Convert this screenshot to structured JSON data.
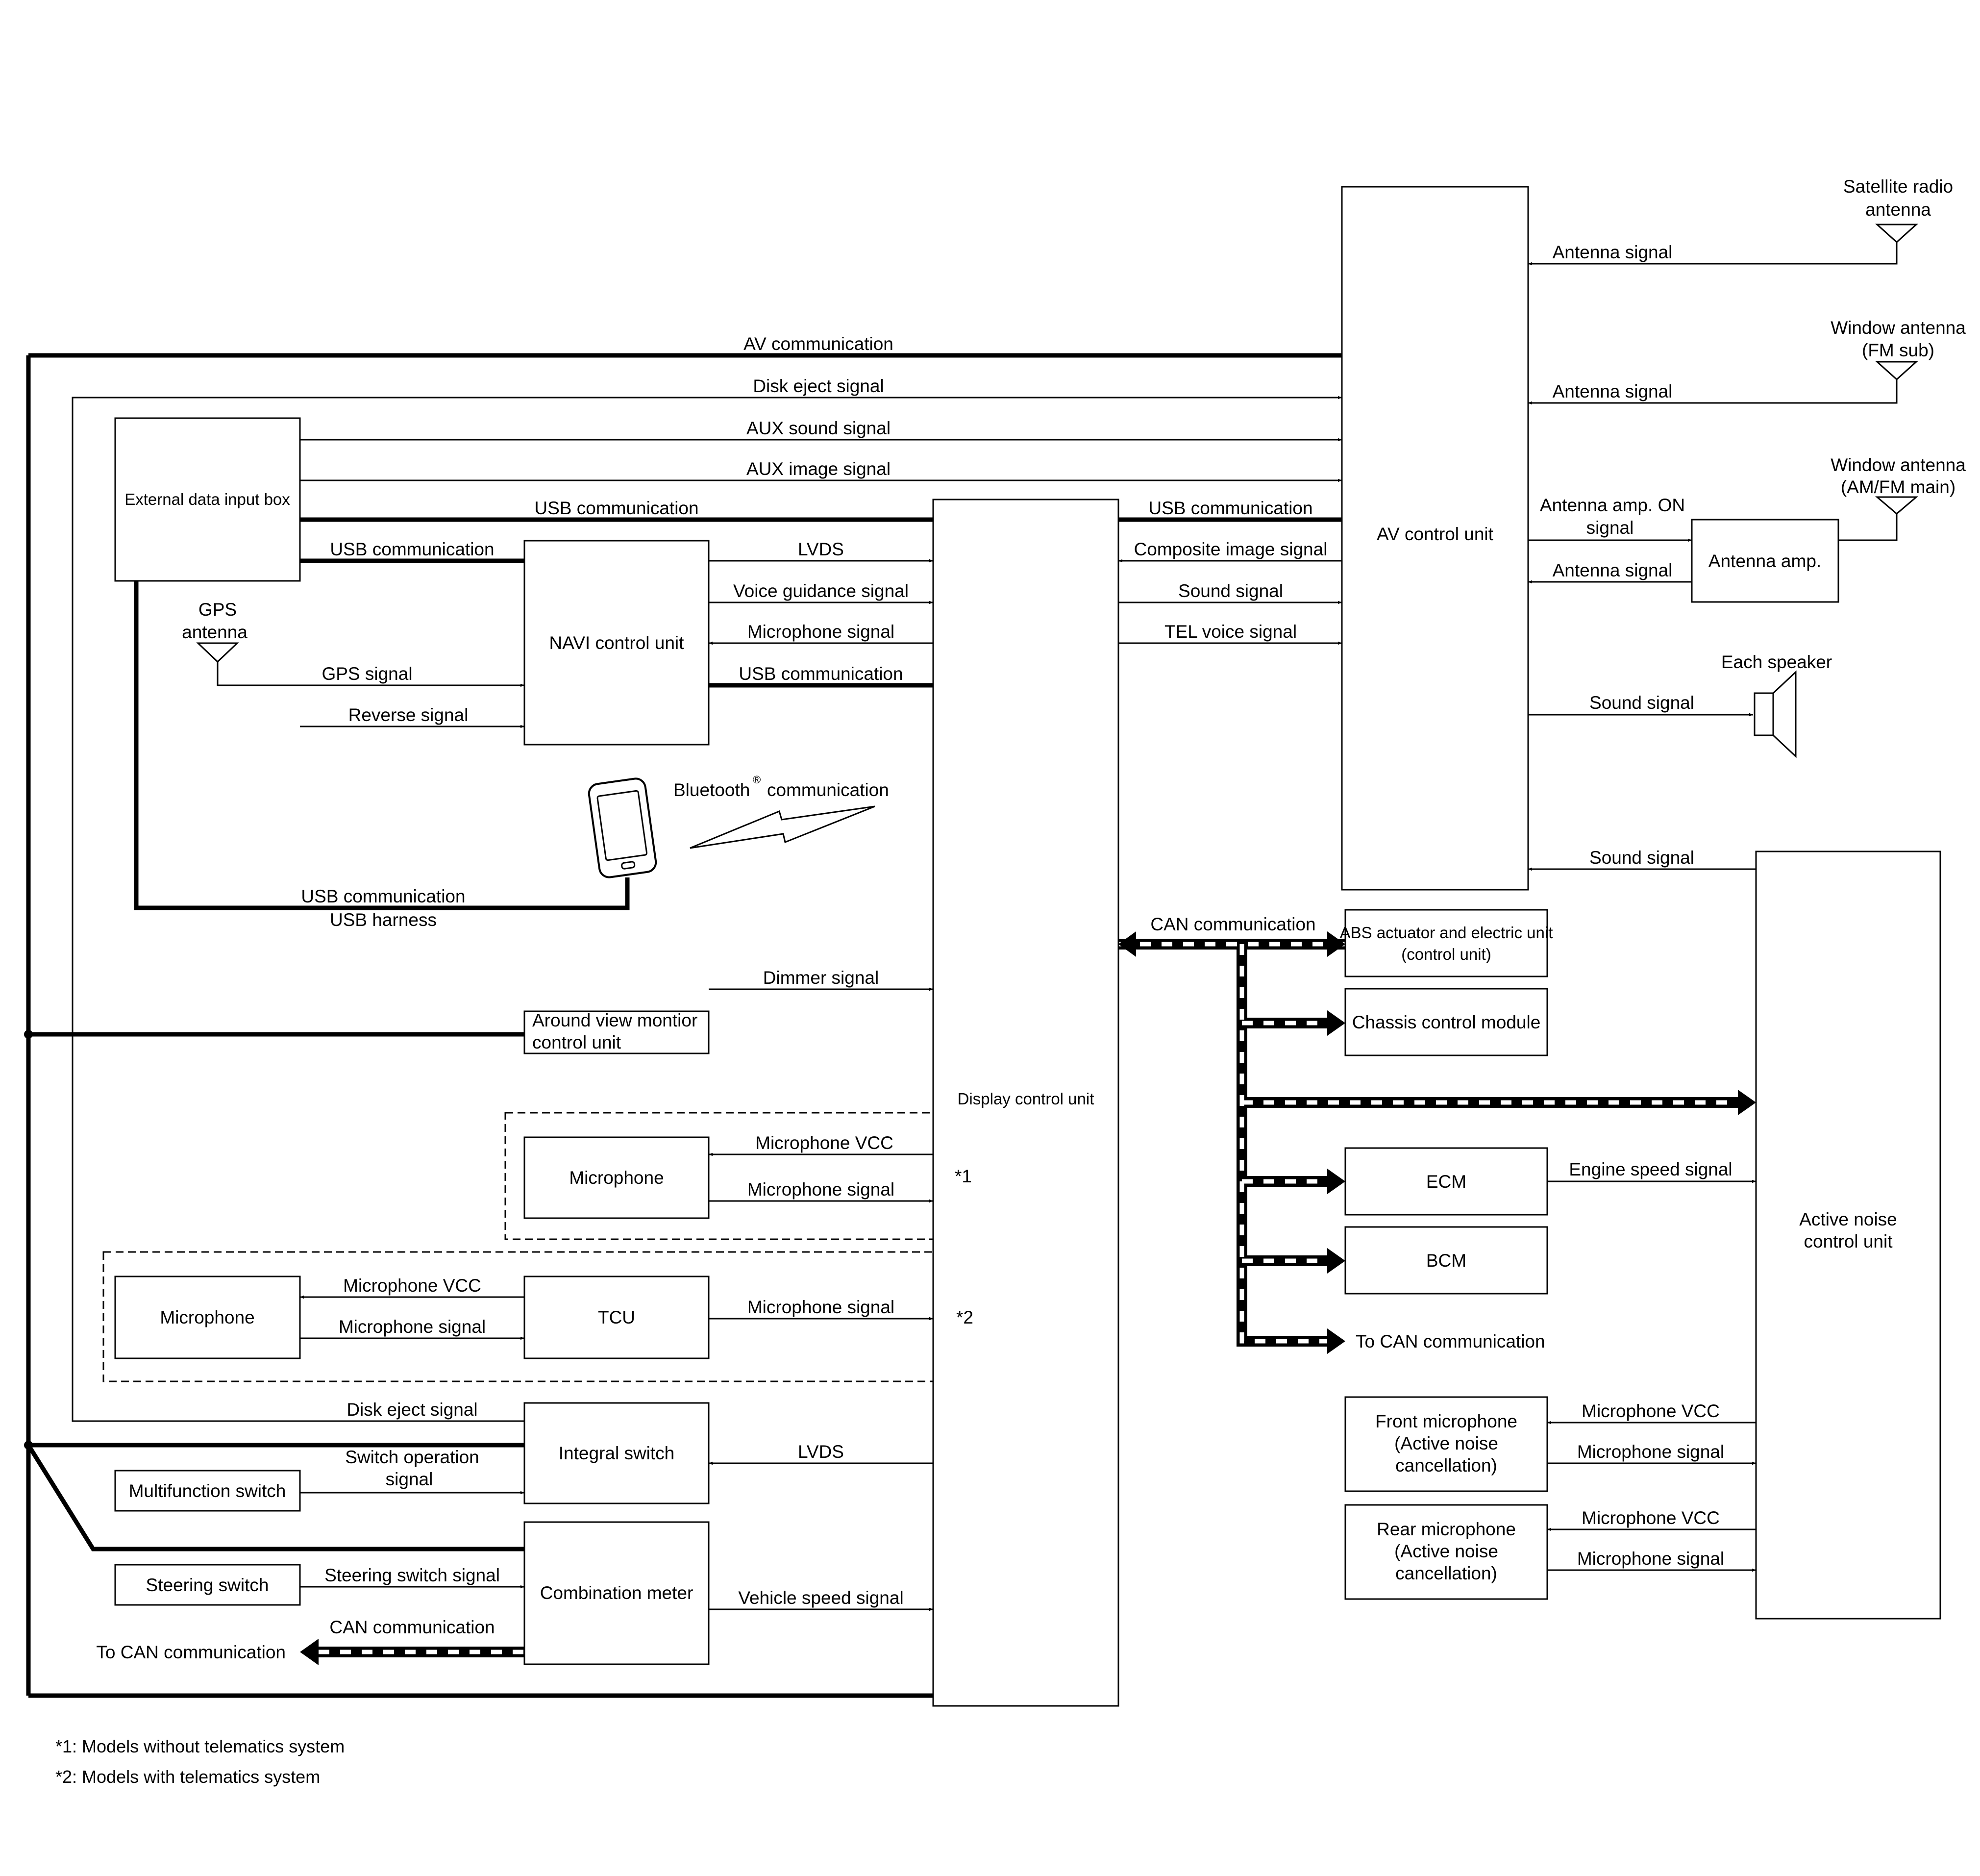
{
  "units": {
    "av": "AV control unit",
    "display": "Display control unit",
    "navi": "NAVI control unit",
    "ext": "External data input box",
    "around": [
      "Around view montior",
      "control unit"
    ],
    "mic1": "Microphone",
    "mic2": "Microphone",
    "tcu": "TCU",
    "integral": "Integral switch",
    "multi": "Multifunction switch",
    "combo": "Combination meter",
    "steering": "Steering switch",
    "antamp": "Antenna amp.",
    "abs": [
      "ABS actuator and electric unit",
      "(control unit)"
    ],
    "chassis": "Chassis control module",
    "ecm": "ECM",
    "bcm": "BCM",
    "anc": [
      "Active noise",
      "control unit"
    ],
    "frontmic": [
      "Front microphone",
      "(Active noise",
      "cancellation)"
    ],
    "rearmic": [
      "Rear microphone",
      "(Active noise",
      "cancellation)"
    ]
  },
  "antennas": {
    "satellite": [
      "Satellite radio",
      "antenna"
    ],
    "fmsub": [
      "Window antenna",
      "(FM sub)"
    ],
    "amfm": [
      "Window antenna",
      "(AM/FM main)"
    ],
    "gps": [
      "GPS",
      "antenna"
    ]
  },
  "speaker": "Each speaker",
  "bluetooth": {
    "text": "Bluetooth",
    "mark": "®",
    "suffix": "communication"
  },
  "signals": {
    "av_comm": "AV communication",
    "disk_eject": "Disk eject signal",
    "aux_sound": "AUX sound signal",
    "aux_image": "AUX image signal",
    "usb": "USB communication",
    "usb_harness": "USB harness",
    "lvds": "LVDS",
    "voice_guidance": "Voice guidance signal",
    "microphone": "Microphone signal",
    "gps": "GPS signal",
    "reverse": "Reverse signal",
    "composite": "Composite image signal",
    "sound": "Sound signal",
    "tel_voice": "TEL voice signal",
    "antenna": "Antenna signal",
    "antenna_on": [
      "Antenna amp. ON",
      "signal"
    ],
    "can": "CAN communication",
    "to_can": "To CAN communication",
    "dimmer": "Dimmer signal",
    "mic_vcc": "Microphone VCC",
    "switch_op": [
      "Switch operation",
      "signal"
    ],
    "steering": "Steering switch signal",
    "vehicle_speed": "Vehicle speed signal",
    "engine_speed": "Engine speed signal"
  },
  "markers": {
    "m1": "*1",
    "m2": "*2"
  },
  "notes": [
    "*1: Models without telematics system",
    "*2: Models with telematics system"
  ]
}
